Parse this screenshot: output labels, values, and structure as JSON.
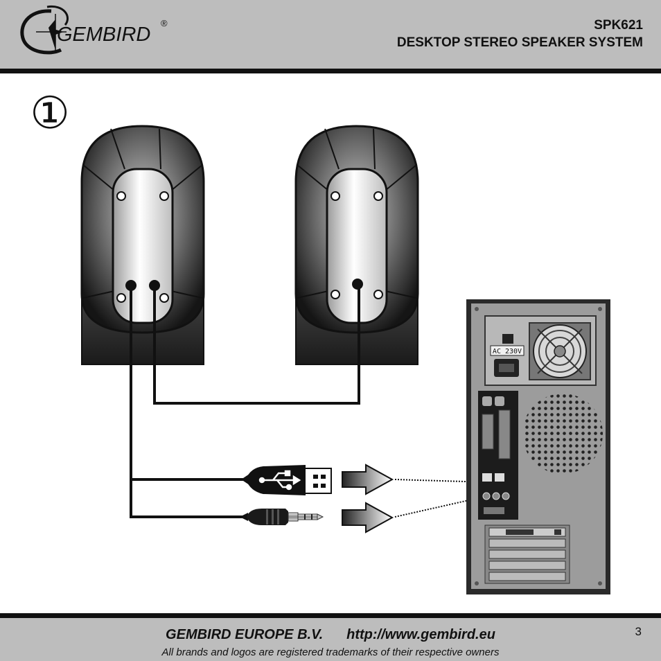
{
  "header": {
    "brand": "GEMBIRD",
    "registered_mark": "®",
    "model": "SPK621",
    "product_name": "DESKTOP STEREO SPEAKER SYSTEM"
  },
  "diagram": {
    "step_number": "①",
    "psu_label": "AC 230V",
    "speakers": [
      "left-speaker",
      "right-speaker"
    ],
    "plugs": [
      "usb-plug",
      "audio-jack-plug"
    ]
  },
  "footer": {
    "company": "GEMBIRD EUROPE B.V.",
    "url": "http://www.gembird.eu",
    "trademark": "All brands and logos are registered trademarks of their respective owners",
    "page_number": "3"
  }
}
